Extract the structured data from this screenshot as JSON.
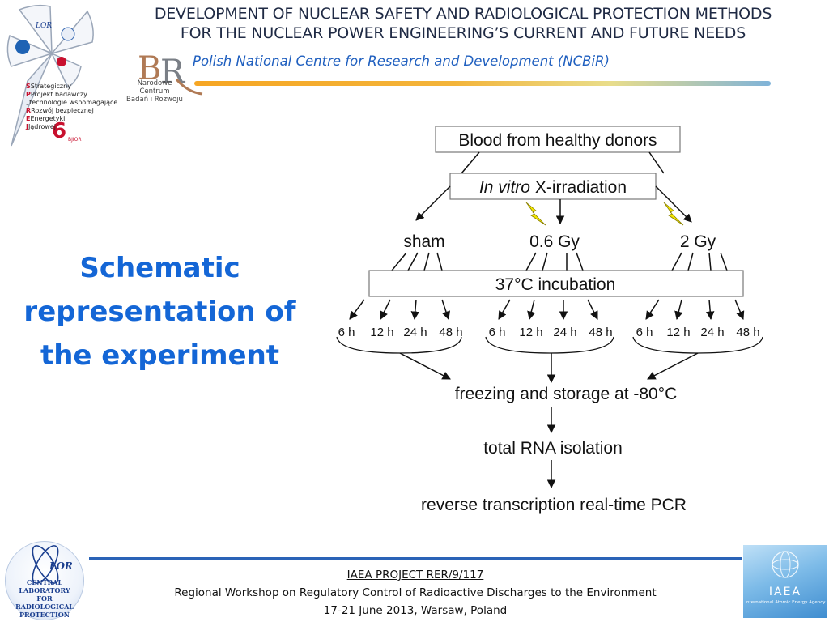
{
  "header": {
    "title_line1": "DEVELOPMENT OF NUCLEAR SAFETY AND RADIOLOGICAL PROTECTION METHODS",
    "title_line2": "FOR THE NUCLEAR POWER ENGINEERING’S CURRENT AND FUTURE NEEDS",
    "organization": "Polish National Centre for Research and Development (NCBiR)"
  },
  "logos": {
    "project_logo_lines": [
      "Strategiczny",
      "Projekt badawczy",
      "„technologie wspomagające",
      "Rozwój bezpiecznej",
      "Energetyki",
      "Jądrowej"
    ],
    "project_logo_initials": [
      "S",
      "P",
      "",
      "R",
      "E",
      "J"
    ],
    "ncbr_name_line1": "Narodowe Centrum",
    "ncbr_name_line2": "Badań i Rozwoju",
    "clor_line1": "CENTRAL LABORATORY",
    "clor_line2": "FOR",
    "clor_line3": "RADIOLOGICAL",
    "clor_line4": "PROTECTION",
    "iaea_name": "IAEA",
    "iaea_sub": "International Atomic Energy Agency",
    "brand_blue": "#1466d6",
    "rule_blue": "#2a63b7"
  },
  "side_title": {
    "line1": "Schematic",
    "line2": "representation of",
    "line3": "the experiment"
  },
  "diagram": {
    "nodes": {
      "blood": "Blood from healthy donors",
      "irradiation_italic": "In vitro",
      "irradiation_rest": " X-irradiation",
      "sham": "sham",
      "dose_low": "0.6 Gy",
      "dose_high": "2 Gy",
      "incubation": "37°C incubation",
      "freezing": "freezing and storage at -80°C",
      "rna": "total RNA isolation",
      "pcr": "reverse transcription real-time PCR"
    },
    "timepoints": [
      "6 h",
      "12 h",
      "24 h",
      "48 h"
    ],
    "lightning_color": "#f2e600"
  },
  "footer": {
    "project": "IAEA PROJECT RER/9/117",
    "workshop": "Regional Workshop on Regulatory Control of Radioactive Discharges to the Environment",
    "date_place": "17-21 June 2013, Warsaw, Poland"
  }
}
